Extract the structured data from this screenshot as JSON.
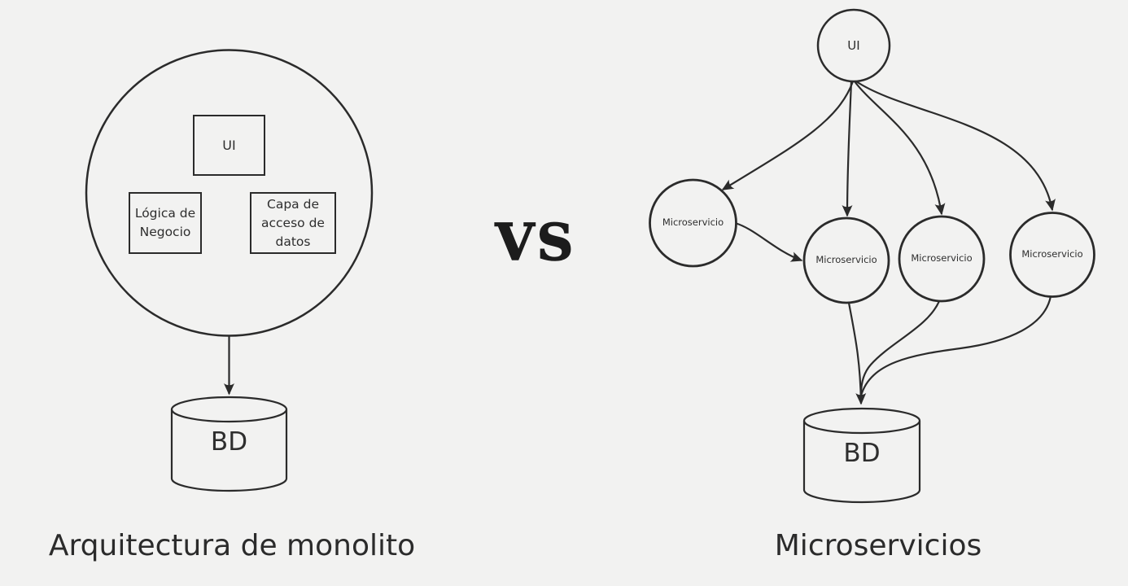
{
  "colors": {
    "background": "#f2f2f1",
    "stroke": "#2b2b2b",
    "text": "#2e2e2e"
  },
  "vs": {
    "label": "VS"
  },
  "monolith": {
    "caption": "Arquitectura de monolito",
    "components": {
      "ui": "UI",
      "business_logic": "Lógica de Negocio",
      "data_access": "Capa de acceso de datos"
    },
    "database": "BD"
  },
  "microservices": {
    "caption": "Microservicios",
    "ui": "UI",
    "services": [
      {
        "label": "Microservicio"
      },
      {
        "label": "Microservicio"
      },
      {
        "label": "Microservicio"
      },
      {
        "label": "Microservicio"
      }
    ],
    "database": "BD"
  }
}
